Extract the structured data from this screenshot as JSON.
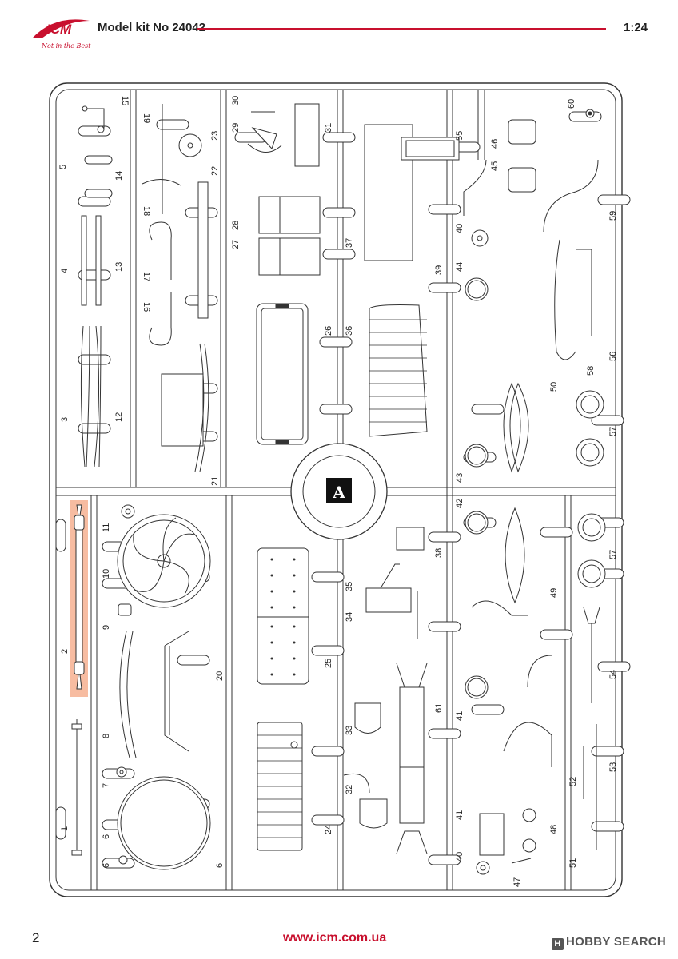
{
  "header": {
    "brand": "ICM",
    "tagline": "Not in the Best",
    "kit_title": "Model kit No 24042",
    "scale": "1:24"
  },
  "sprue": {
    "letter": "A",
    "part_numbers": [
      "1",
      "2",
      "3",
      "4",
      "5",
      "6",
      "6",
      "7",
      "8",
      "9",
      "10",
      "11",
      "12",
      "13",
      "14",
      "15",
      "16",
      "17",
      "18",
      "19",
      "20",
      "21",
      "22",
      "23",
      "24",
      "25",
      "26",
      "27",
      "28",
      "29",
      "30",
      "31",
      "32",
      "33",
      "34",
      "35",
      "36",
      "37",
      "38",
      "39",
      "40",
      "41",
      "41",
      "42",
      "43",
      "44",
      "45",
      "46",
      "47",
      "48",
      "49",
      "50",
      "51",
      "52",
      "53",
      "54",
      "55",
      "56",
      "57",
      "57",
      "58",
      "59",
      "60",
      "61"
    ],
    "highlighted_part": "2",
    "highlight_color": "#f4a582"
  },
  "footer": {
    "page_number": "2",
    "website": "www.icm.com.ua",
    "watermark": "HOBBY SEARCH",
    "watermark_badge": "H"
  }
}
